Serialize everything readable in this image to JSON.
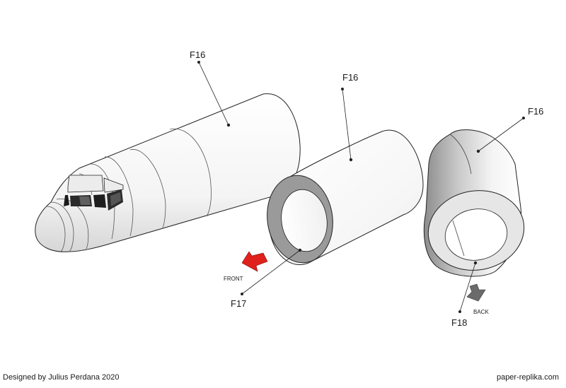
{
  "labels": {
    "nose_part": "F16",
    "middle_part": "F16",
    "rear_part": "F16",
    "front_ring": "F17",
    "rear_ring": "F18"
  },
  "arrows": {
    "front_text": "FRONT",
    "front_color": "#e0201b",
    "back_text": "BACK",
    "back_color": "#6b6b6b"
  },
  "footer": {
    "designer": "Designed by Julius Perdana 2020",
    "site": "paper-replika.com"
  }
}
